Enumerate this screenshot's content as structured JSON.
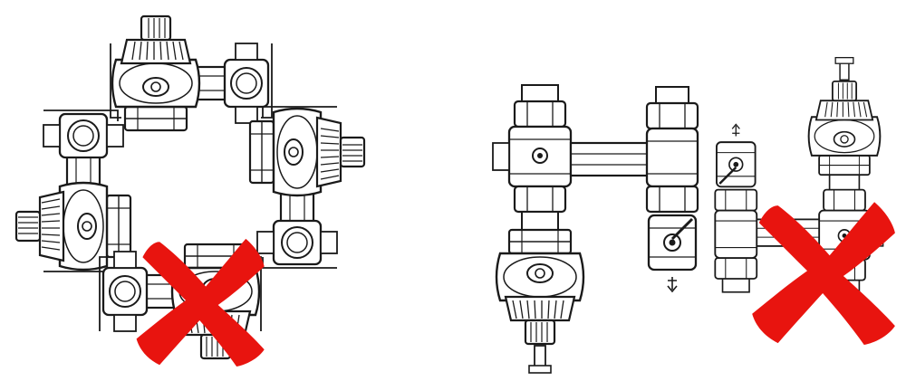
{
  "figure": {
    "background": "#ffffff",
    "line_color": "#1a1a1a",
    "fill_color": "#ffffff",
    "mark_color": "#e8140f"
  },
  "panels": [
    {
      "id": "left-cluster",
      "description_icon": "rotated-valve-assemblies",
      "orientations": [
        "top",
        "right",
        "left",
        "bottom"
      ],
      "status": "incorrect",
      "status_icon": "red-cross-icon"
    },
    {
      "id": "middle-assembly",
      "description_icon": "upright-valve-assembly",
      "status": "correct"
    },
    {
      "id": "right-assembly",
      "description_icon": "inverted-valve-assembly",
      "status": "incorrect",
      "status_icon": "red-cross-icon"
    }
  ]
}
